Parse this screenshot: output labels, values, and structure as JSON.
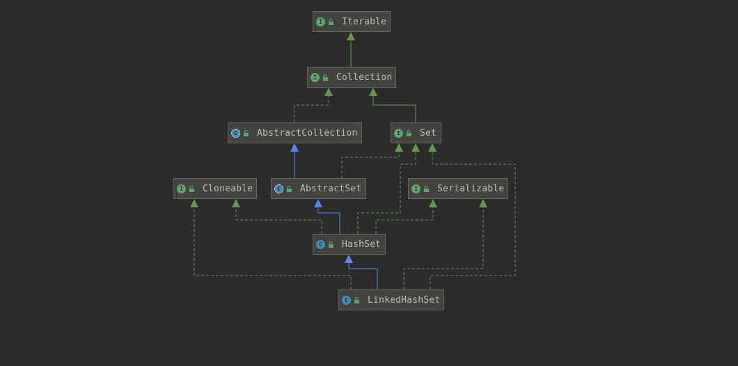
{
  "diagram": {
    "colors": {
      "background": "#2b2b2b",
      "node_fill": "#45433f",
      "node_border": "#666660",
      "text": "#bbbbbb",
      "implements_edge": "#5e9c4a",
      "extends_edge": "#548af7",
      "interface_badge": "#59a869",
      "class_badge": "#3d8fb3"
    },
    "nodes": [
      {
        "id": "iterable",
        "name": "Iterable",
        "kind": "interface",
        "badge": "I",
        "badge_icon": "interface-icon",
        "access_icon": "public-lock-icon"
      },
      {
        "id": "collection",
        "name": "Collection",
        "kind": "interface",
        "badge": "I",
        "badge_icon": "interface-icon",
        "access_icon": "public-lock-icon"
      },
      {
        "id": "abstractcollection",
        "name": "AbstractCollection",
        "kind": "abstract",
        "badge": "C",
        "badge_icon": "abstract-class-icon",
        "access_icon": "public-lock-icon"
      },
      {
        "id": "set",
        "name": "Set",
        "kind": "interface",
        "badge": "I",
        "badge_icon": "interface-icon",
        "access_icon": "public-lock-icon"
      },
      {
        "id": "cloneable",
        "name": "Cloneable",
        "kind": "interface",
        "badge": "I",
        "badge_icon": "interface-icon",
        "access_icon": "public-lock-icon"
      },
      {
        "id": "abstractset",
        "name": "AbstractSet",
        "kind": "abstract",
        "badge": "C",
        "badge_icon": "abstract-class-icon",
        "access_icon": "public-lock-icon"
      },
      {
        "id": "serializable",
        "name": "Serializable",
        "kind": "interface",
        "badge": "I",
        "badge_icon": "interface-icon",
        "access_icon": "public-lock-icon"
      },
      {
        "id": "hashset",
        "name": "HashSet",
        "kind": "class",
        "badge": "C",
        "badge_icon": "class-icon",
        "access_icon": "public-lock-icon"
      },
      {
        "id": "linkedhashset",
        "name": "LinkedHashSet",
        "kind": "class",
        "badge": "C",
        "badge_icon": "class-icon",
        "access_icon": "public-lock-icon"
      }
    ],
    "edges": [
      {
        "from": "collection",
        "to": "iterable",
        "relation": "extends"
      },
      {
        "from": "abstractcollection",
        "to": "collection",
        "relation": "implements"
      },
      {
        "from": "set",
        "to": "collection",
        "relation": "extends"
      },
      {
        "from": "abstractset",
        "to": "abstractcollection",
        "relation": "extends"
      },
      {
        "from": "abstractset",
        "to": "set",
        "relation": "implements"
      },
      {
        "from": "hashset",
        "to": "abstractset",
        "relation": "extends"
      },
      {
        "from": "hashset",
        "to": "set",
        "relation": "implements"
      },
      {
        "from": "hashset",
        "to": "cloneable",
        "relation": "implements"
      },
      {
        "from": "hashset",
        "to": "serializable",
        "relation": "implements"
      },
      {
        "from": "linkedhashset",
        "to": "hashset",
        "relation": "extends"
      },
      {
        "from": "linkedhashset",
        "to": "set",
        "relation": "implements"
      },
      {
        "from": "linkedhashset",
        "to": "cloneable",
        "relation": "implements"
      },
      {
        "from": "linkedhashset",
        "to": "serializable",
        "relation": "implements"
      }
    ]
  }
}
